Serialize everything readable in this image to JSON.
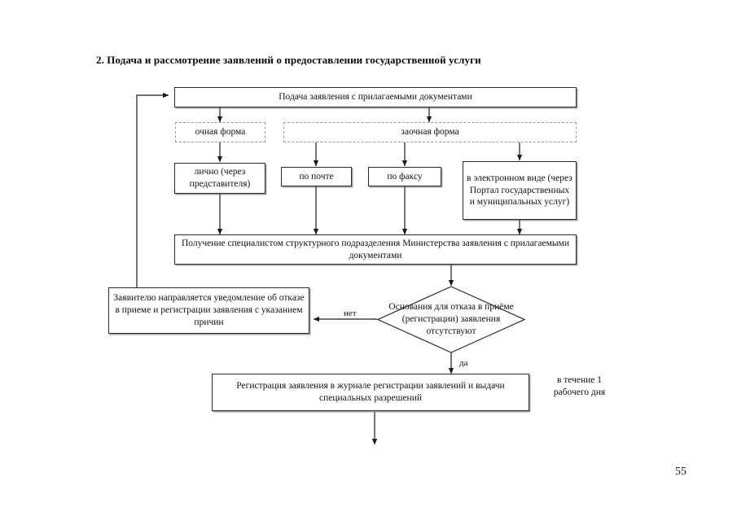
{
  "document": {
    "title": "2. Подача и рассмотрение заявлений о предоставлении государственной услуги",
    "page_number": "55"
  },
  "diagram": {
    "type": "flowchart",
    "nodes": {
      "submission": {
        "label": "Подача заявления с прилагаемыми документами",
        "shape": "rectangle",
        "border": "solid"
      },
      "in_person_form": {
        "label": "очная форма",
        "shape": "rectangle",
        "border": "dashed"
      },
      "remote_form": {
        "label": "заочная форма",
        "shape": "rectangle",
        "border": "dashed"
      },
      "personally": {
        "label": "лично (через представителя)",
        "shape": "rectangle",
        "border": "solid"
      },
      "by_mail": {
        "label": "по почте",
        "shape": "rectangle",
        "border": "solid"
      },
      "by_fax": {
        "label": "по факсу",
        "shape": "rectangle",
        "border": "solid"
      },
      "electronic": {
        "label": "в электронном виде (через Портал государственных и муниципальных услуг)",
        "shape": "rectangle",
        "border": "solid"
      },
      "receipt": {
        "label": "Получение специалистом структурного подразделения Министерства заявления с прилагаемыми документами",
        "shape": "rectangle",
        "border": "solid"
      },
      "refusal_notice": {
        "label": "Заявителю направляется уведомление об отказе в приеме и регистрации заявления с указанием причин",
        "shape": "rectangle",
        "border": "solid"
      },
      "decision": {
        "label": "Основания для отказа в приёме (регистрации) заявления отсутствуют",
        "shape": "diamond",
        "border": "solid"
      },
      "registration": {
        "label": "Регистрация заявления в журнале регистрации заявлений и выдачи специальных разрешений",
        "shape": "rectangle",
        "border": "solid"
      }
    },
    "edge_labels": {
      "no": "нет",
      "yes": "да"
    },
    "annotations": {
      "timeframe": "в течение 1 рабочего дня"
    },
    "colors": {
      "solid_border": "#2b2b2b",
      "dashed_border": "#9a9a9a",
      "connector": "#1a1a1a",
      "text": "#111111",
      "background": "#ffffff"
    }
  }
}
